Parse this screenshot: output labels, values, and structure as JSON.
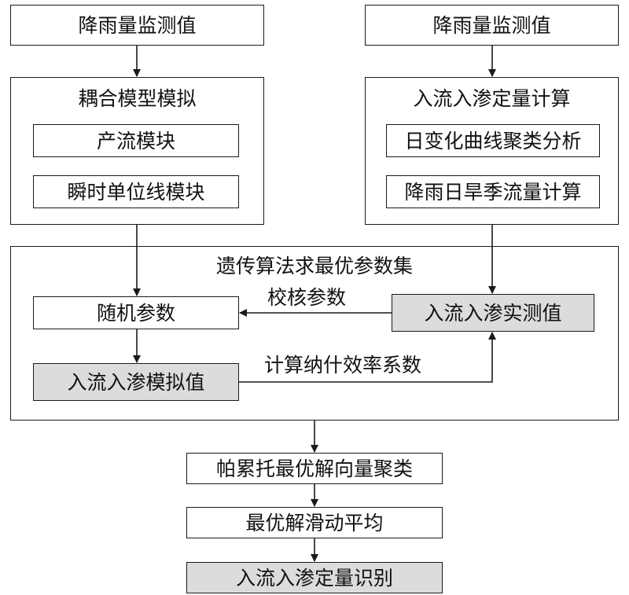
{
  "left_branch": {
    "input": "降雨量监测值",
    "module_title": "耦合模型模拟",
    "sub1": "产流模块",
    "sub2": "瞬时单位线模块"
  },
  "right_branch": {
    "input": "降雨量监测值",
    "module_title": "入流入渗定量计算",
    "sub1": "日变化曲线聚类分析",
    "sub2": "降雨日旱季流量计算"
  },
  "optimization": {
    "title": "遗传算法求最优参数集",
    "random_params": "随机参数",
    "measured": "入流入渗实测值",
    "simulated": "入流入渗模拟值",
    "calibrate_label": "校核参数",
    "nse_label": "计算纳什效率系数"
  },
  "output_steps": {
    "pareto": "帕累托最优解向量聚类",
    "moving_avg": "最优解滑动平均",
    "result": "入流入渗定量识别"
  }
}
